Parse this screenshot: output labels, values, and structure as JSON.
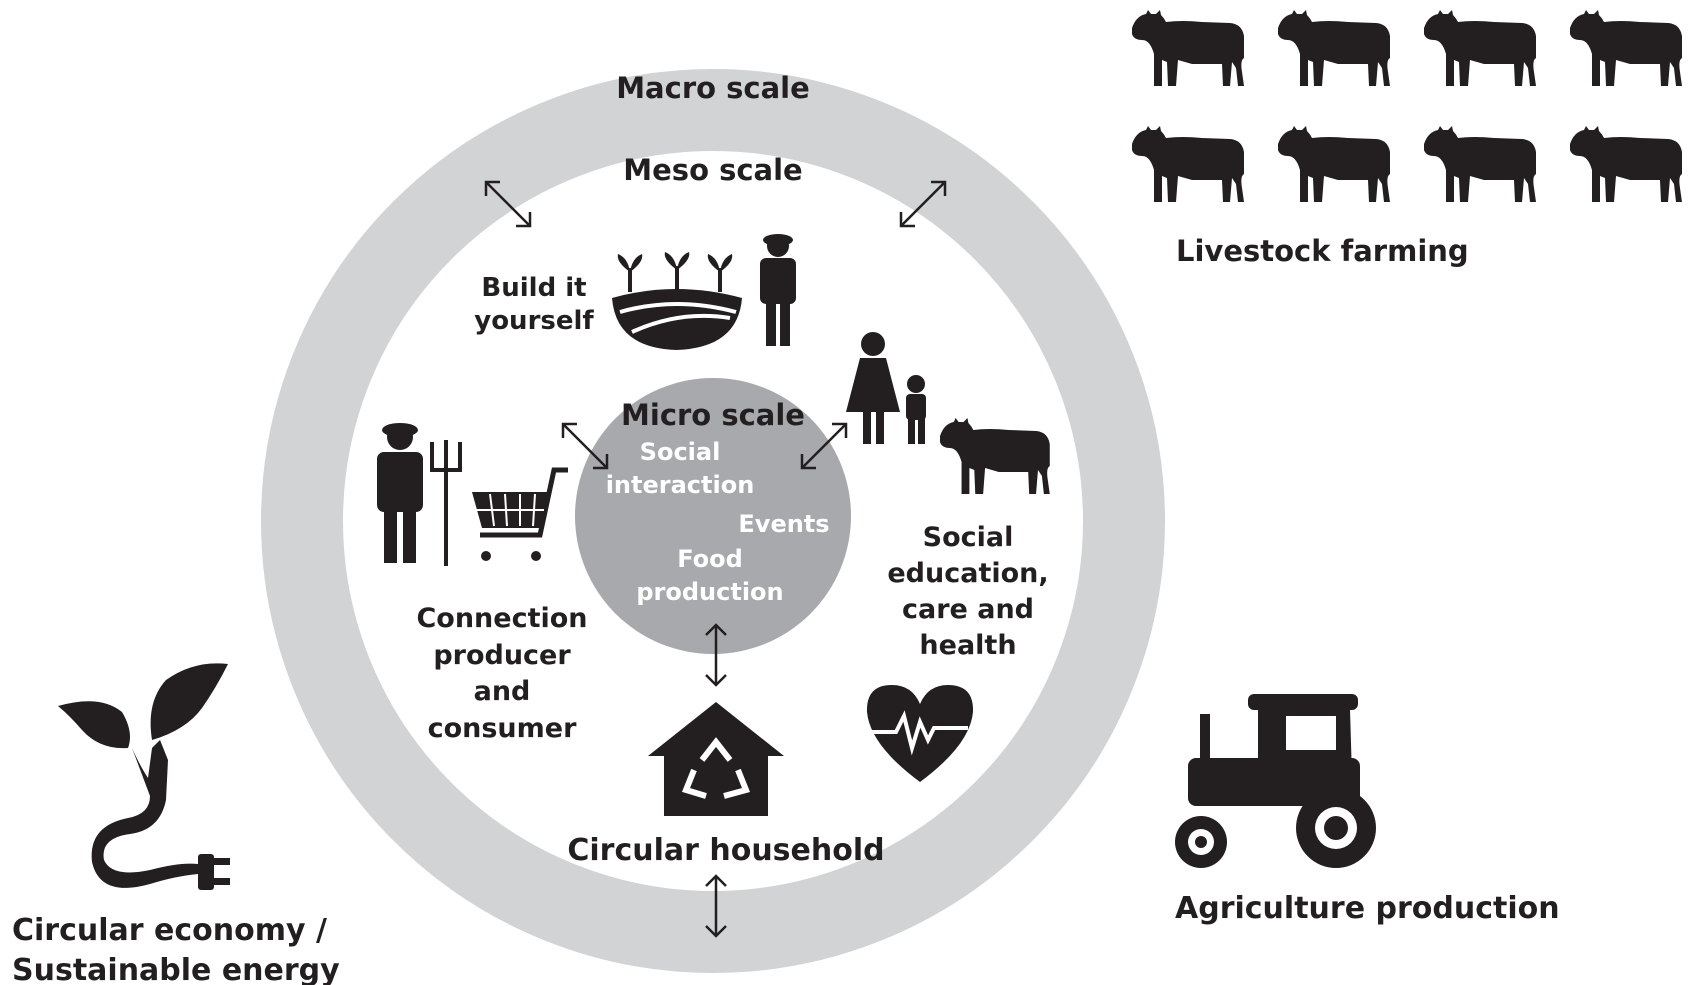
{
  "rings": {
    "macro": "Macro scale",
    "meso": "Meso scale",
    "micro": "Micro scale"
  },
  "micro_items": {
    "social_line1": "Social",
    "social_line2": "interaction",
    "events": "Events",
    "food_line1": "Food",
    "food_line2": "production"
  },
  "meso_items": {
    "build_line1": "Build it",
    "build_line2": "yourself",
    "connection_line1": "Connection",
    "connection_line2": "producer",
    "connection_line3": "and",
    "connection_line4": "consumer",
    "social_edu_line1": "Social",
    "social_edu_line2": "education,",
    "social_edu_line3": "care and",
    "social_edu_line4": "health",
    "household": "Circular household"
  },
  "outer_items": {
    "livestock": "Livestock farming",
    "agriculture": "Agriculture production",
    "circular_line1": "Circular economy /",
    "circular_line2": "Sustainable energy"
  },
  "colors": {
    "ink": "#231f20",
    "outer_ring": "#d1d3d4",
    "micro_circle": "#a7a9ac"
  }
}
